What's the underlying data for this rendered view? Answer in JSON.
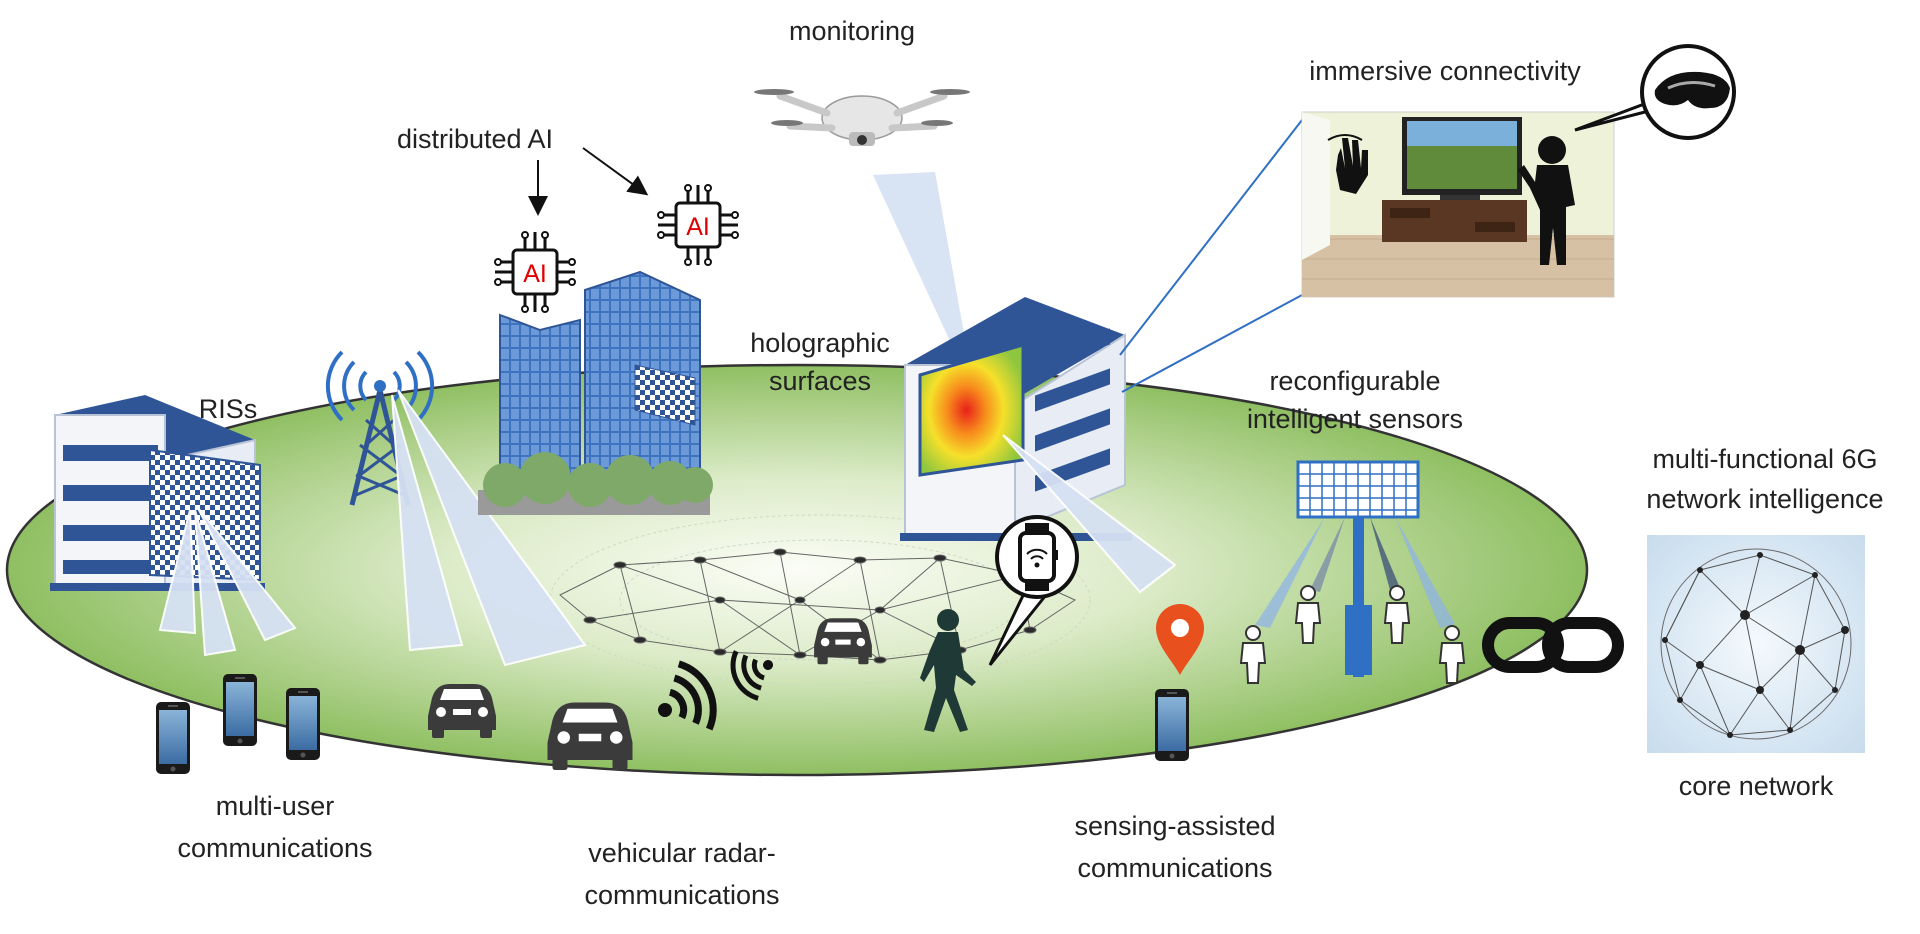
{
  "labels": {
    "monitoring": "monitoring",
    "immersive": "immersive connectivity",
    "distributed_ai": "distributed AI",
    "ai_chip": "AI",
    "holographic_1": "holographic",
    "holographic_2": "surfaces",
    "riss": "RISs",
    "reconfigurable_1": "reconfigurable",
    "reconfigurable_2": "intelligent sensors",
    "multifunctional_1": "multi-functional 6G",
    "multifunctional_2": "network intelligence",
    "core_network": "core network",
    "multiuser_1": "multi-user",
    "multiuser_2": "communications",
    "vehicular_1": "vehicular radar-",
    "vehicular_2": "communications",
    "sensing_1": "sensing-assisted",
    "sensing_2": "communications"
  },
  "icons": [
    "drone-icon",
    "ai-chip-icon",
    "building-icon",
    "antenna-tower-icon",
    "car-icon",
    "smartphone-icon",
    "smartwatch-icon",
    "wifi-signal-icon",
    "pedestrian-icon",
    "location-pin-icon",
    "person-icon",
    "chain-link-icon",
    "vr-headset-icon",
    "network-globe-icon"
  ],
  "colors": {
    "ground_center": "#f7faf0",
    "ground_edge": "#8fbf62",
    "building_blue": "#2f5597",
    "beam": "#c9d7ee",
    "ai_red": "#e00000",
    "pin_orange": "#e8501d",
    "sensor_blue": "#2f6fc4"
  }
}
